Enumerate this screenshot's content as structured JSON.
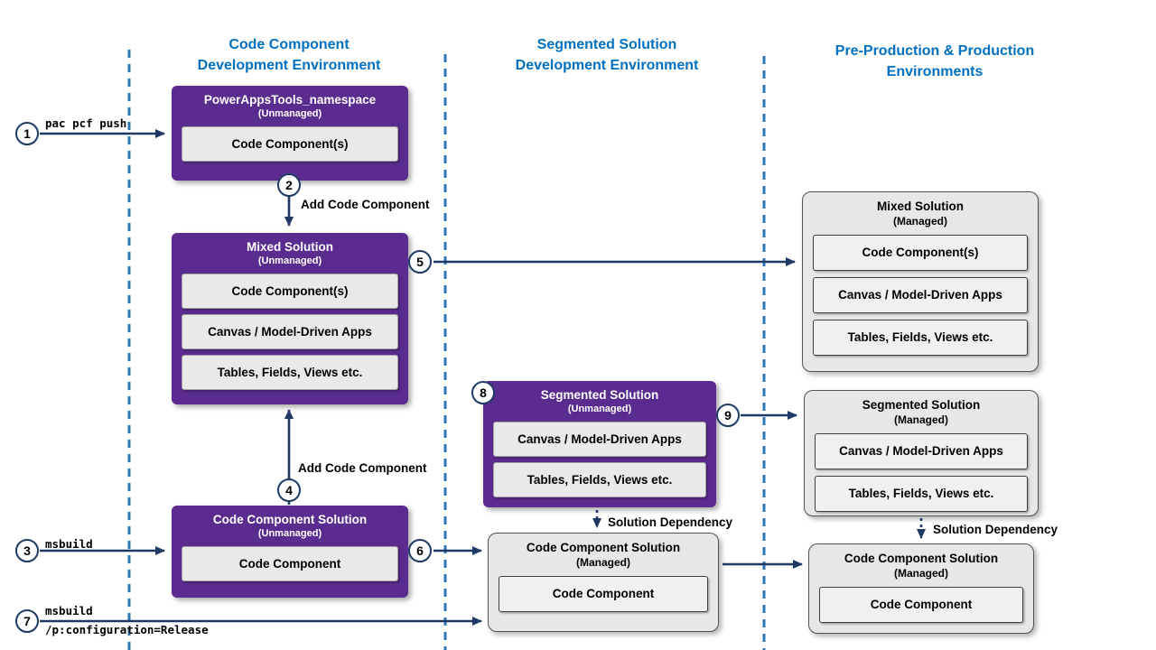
{
  "headers": [
    {
      "text": "Code Component\nDevelopment Environment"
    },
    {
      "text": "Segmented Solution\nDevelopment Environment"
    },
    {
      "text": "Pre-Production & Production\nEnvironments"
    }
  ],
  "boxes": {
    "powerapps_tools": {
      "title": "PowerAppsTools_namespace",
      "subtitle": "(Unmanaged)",
      "items": [
        "Code Component(s)"
      ]
    },
    "mixed_unmanaged": {
      "title": "Mixed Solution",
      "subtitle": "(Unmanaged)",
      "items": [
        "Code Component(s)",
        "Canvas / Model-Driven Apps",
        "Tables, Fields, Views etc."
      ]
    },
    "ccs_unmanaged": {
      "title": "Code Component Solution",
      "subtitle": "(Unmanaged)",
      "items": [
        "Code Component"
      ]
    },
    "segmented_unmanaged": {
      "title": "Segmented Solution",
      "subtitle": "(Unmanaged)",
      "items": [
        "Canvas / Model-Driven Apps",
        "Tables, Fields, Views etc."
      ]
    },
    "mixed_managed": {
      "title": "Mixed Solution",
      "subtitle": "(Managed)",
      "items": [
        "Code Component(s)",
        "Canvas / Model-Driven Apps",
        "Tables, Fields, Views etc."
      ]
    },
    "segmented_managed": {
      "title": "Segmented Solution",
      "subtitle": "(Managed)",
      "items": [
        "Canvas / Model-Driven Apps",
        "Tables, Fields, Views etc."
      ]
    },
    "ccs_managed_mid": {
      "title": "Code Component Solution",
      "subtitle": "(Managed)",
      "items": [
        "Code Component"
      ]
    },
    "ccs_managed_right": {
      "title": "Code Component Solution",
      "subtitle": "(Managed)",
      "items": [
        "Code Component"
      ]
    }
  },
  "steps": [
    "1",
    "2",
    "3",
    "4",
    "5",
    "6",
    "7",
    "8",
    "9"
  ],
  "commands": {
    "step1": "pac pcf push",
    "step3": "msbuild",
    "step7": "msbuild\n/p:configuration=Release"
  },
  "arrow_labels": {
    "add_top": "Add Code Component",
    "add_bottom": "Add Code Component",
    "dep_mid": "Solution Dependency",
    "dep_right": "Solution Dependency"
  },
  "colors": {
    "purple": "#5b2c8f",
    "header_blue": "#0070c0",
    "arrow_navy": "#1f3864",
    "separator_blue": "#2e75b6"
  }
}
